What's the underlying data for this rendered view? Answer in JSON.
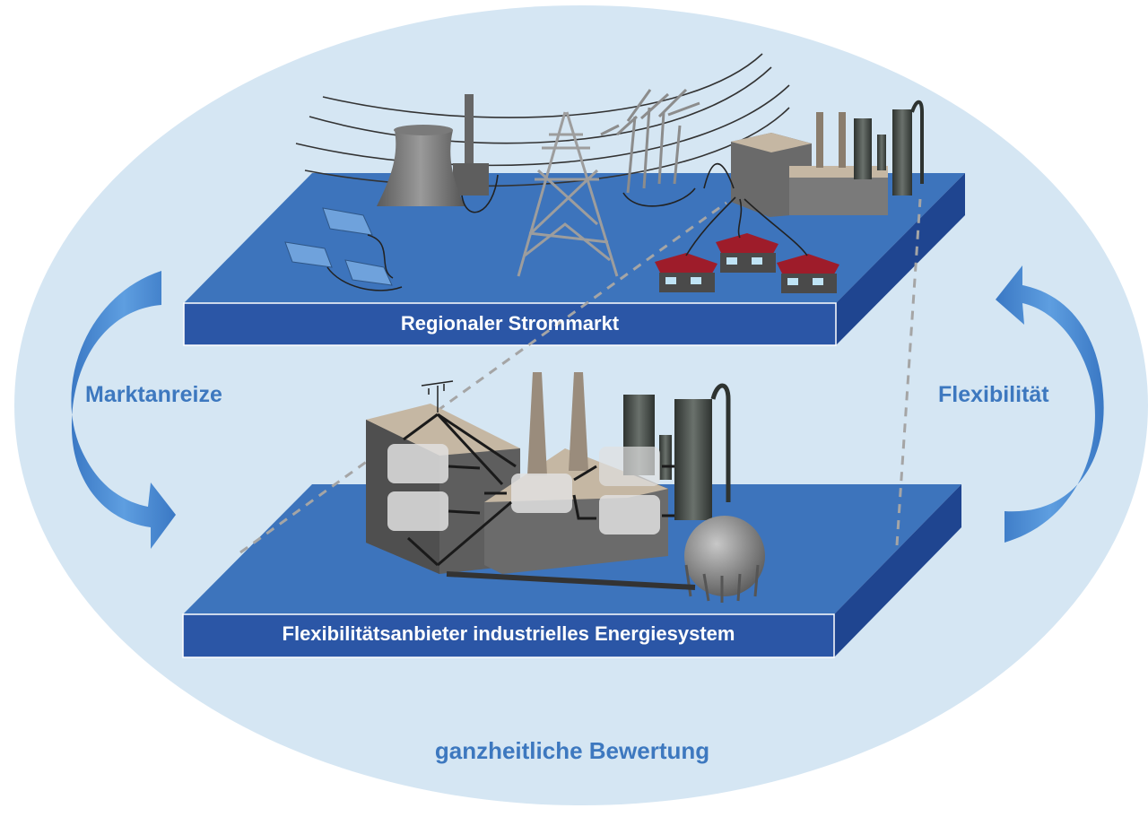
{
  "colors": {
    "ellipse": "#d5e6f3",
    "platform_top": "#3d74bc",
    "platform_front": "#2b56a6",
    "platform_side": "#1f4590",
    "arrow": "#4f8fd3",
    "label_text": "#3d78bf",
    "link_dashed": "#a5a5a5",
    "building_wall": "#5b5b5b",
    "building_roof": "#c5b7a3",
    "house_roof": "#9e1c2a"
  },
  "platforms": {
    "upper_label": "Regionaler Strommarkt",
    "lower_label": "Flexibilitätsanbieter industrielles Energiesystem"
  },
  "side_labels": {
    "left": "Marktanreize",
    "right": "Flexibilität"
  },
  "bottom_label": "ganzheitliche Bewertung",
  "icons": {
    "upper": [
      "cooling-tower-icon",
      "pylon-icon",
      "wind-turbine-icon",
      "solar-panel-icon",
      "house-icon",
      "factory-icon"
    ],
    "lower": [
      "industrial-plant-icon",
      "antenna-icon",
      "spherical-tank-icon",
      "pipe-icon"
    ]
  }
}
